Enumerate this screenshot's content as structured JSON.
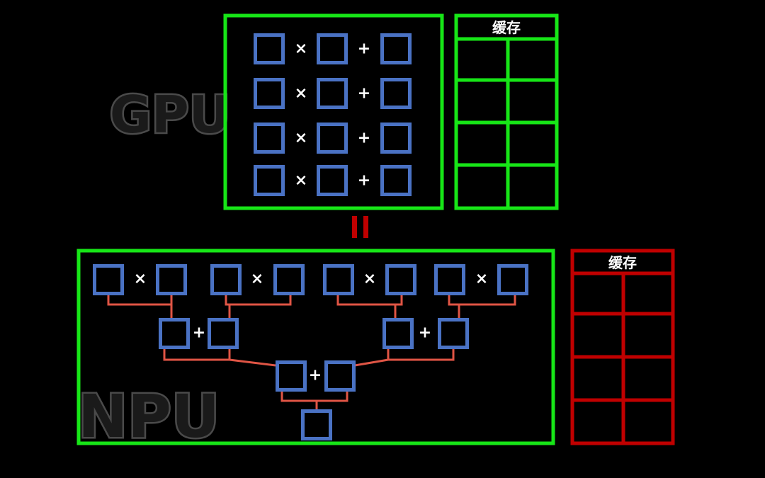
{
  "gpu": {
    "label": "GPU",
    "rows": [
      {
        "op1": "×",
        "op2": "+"
      },
      {
        "op1": "×",
        "op2": "+"
      },
      {
        "op1": "×",
        "op2": "+"
      },
      {
        "op1": "×",
        "op2": "+"
      }
    ]
  },
  "npu": {
    "label": "NPU",
    "mul_op": "×",
    "add_op": "+"
  },
  "gpu_cache": {
    "title": "缓存"
  },
  "npu_cache": {
    "title": "缓存"
  },
  "colors": {
    "gpu_frame": "#17e617",
    "npu_frame": "#17e617",
    "unit": "#4a72c4",
    "connector": "#e05545",
    "npu_cache": "#c00000",
    "gpu_cache": "#17e617",
    "equals": "#c00000"
  }
}
